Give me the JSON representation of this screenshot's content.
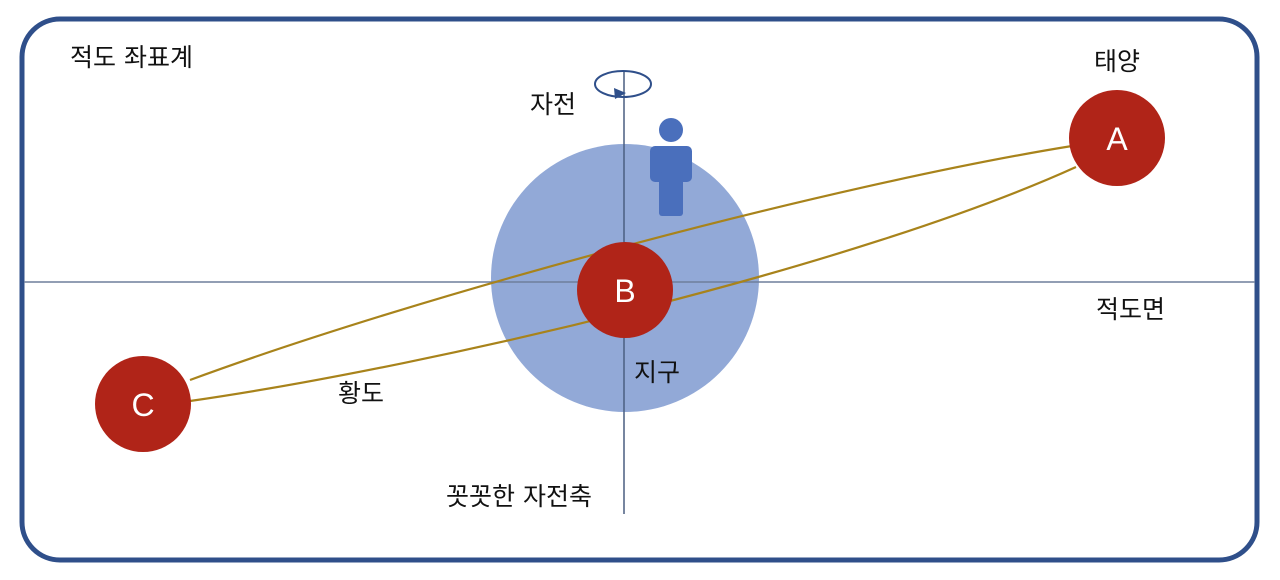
{
  "title": "적도 좌표계",
  "labels": {
    "sun": "태양",
    "rotation": "자전",
    "equatorial_plane": "적도면",
    "earth": "지구",
    "ecliptic": "황도",
    "upright_axis": "꼿꼿한 자전축"
  },
  "points": {
    "a": "A",
    "b": "B",
    "c": "C"
  },
  "icons": {
    "person": "person-icon",
    "rotation_arrow": "rotation-arrow-icon"
  },
  "colors": {
    "frame": "#2f4f8a",
    "earth": "#92a9d7",
    "ball": "#b02418",
    "ecliptic": "#a8831b",
    "axis": "#4a5f80",
    "person": "#4a6fbc"
  }
}
